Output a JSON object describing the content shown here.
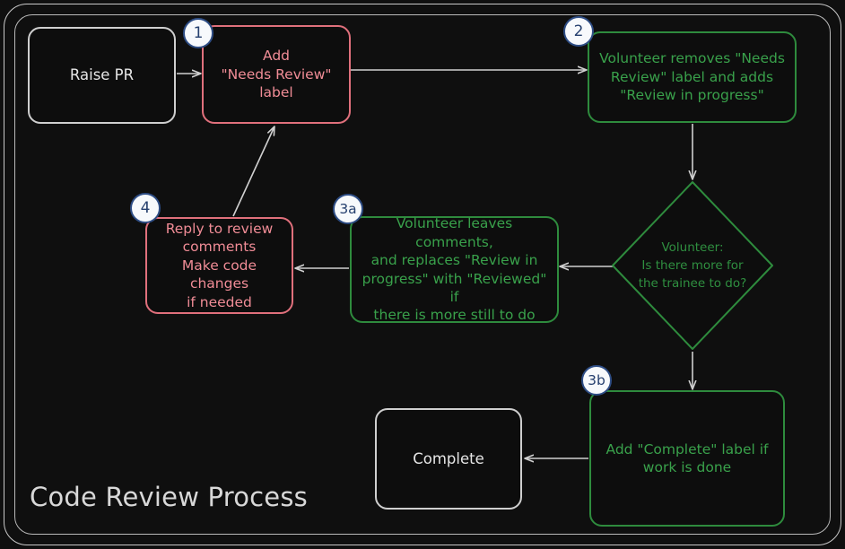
{
  "diagram": {
    "title": "Code Review Process",
    "type": "flowchart",
    "theme": {
      "background": "#0f0f0f",
      "frame_stroke": "#c9c9c9",
      "edge_stroke": "#d0d0d0",
      "plain_stroke": "#cfcfcf",
      "plain_text": "#e6e6e6",
      "red_stroke": "#e0707c",
      "red_text": "#f08c96",
      "green_stroke": "#2e8b3d",
      "green_text": "#39a14b",
      "badge_fill": "#f7f9fc",
      "badge_stroke": "#2e4d85",
      "badge_text": "#26406f"
    },
    "nodes": [
      {
        "id": "raise-pr",
        "shape": "rounded-rect",
        "style": "plain",
        "label": "Raise PR",
        "badge": null
      },
      {
        "id": "add-needs-review",
        "shape": "rounded-rect",
        "style": "red",
        "label": "Add\n\"Needs Review\"\nlabel",
        "badge": "1"
      },
      {
        "id": "volunteer-removes",
        "shape": "rounded-rect",
        "style": "green",
        "label": "Volunteer removes \"Needs\nReview\" label and adds\n\"Review in progress\"",
        "badge": "2"
      },
      {
        "id": "decision-more-work",
        "shape": "diamond",
        "style": "green",
        "label": "Volunteer:\nIs there more for\nthe trainee to do?",
        "badge": null
      },
      {
        "id": "volunteer-leaves-comments",
        "shape": "rounded-rect",
        "style": "green",
        "label": "Volunteer leaves comments,\nand replaces \"Review in\nprogress\" with \"Reviewed\" if\nthere is more still to do",
        "badge": "3a"
      },
      {
        "id": "reply-to-review",
        "shape": "rounded-rect",
        "style": "red",
        "label": "Reply to review\ncomments\nMake code changes\nif needed",
        "badge": "4"
      },
      {
        "id": "add-complete-label",
        "shape": "rounded-rect",
        "style": "green",
        "label": "Add \"Complete\" label if\nwork is done",
        "badge": "3b"
      },
      {
        "id": "complete",
        "shape": "rounded-rect",
        "style": "plain",
        "label": "Complete",
        "badge": null
      }
    ],
    "edges": [
      {
        "from": "raise-pr",
        "to": "add-needs-review",
        "label": ""
      },
      {
        "from": "add-needs-review",
        "to": "volunteer-removes",
        "label": ""
      },
      {
        "from": "volunteer-removes",
        "to": "decision-more-work",
        "label": ""
      },
      {
        "from": "decision-more-work",
        "to": "volunteer-leaves-comments",
        "label": ""
      },
      {
        "from": "decision-more-work",
        "to": "add-complete-label",
        "label": ""
      },
      {
        "from": "volunteer-leaves-comments",
        "to": "reply-to-review",
        "label": ""
      },
      {
        "from": "reply-to-review",
        "to": "add-needs-review",
        "label": ""
      },
      {
        "from": "add-complete-label",
        "to": "complete",
        "label": ""
      }
    ]
  }
}
